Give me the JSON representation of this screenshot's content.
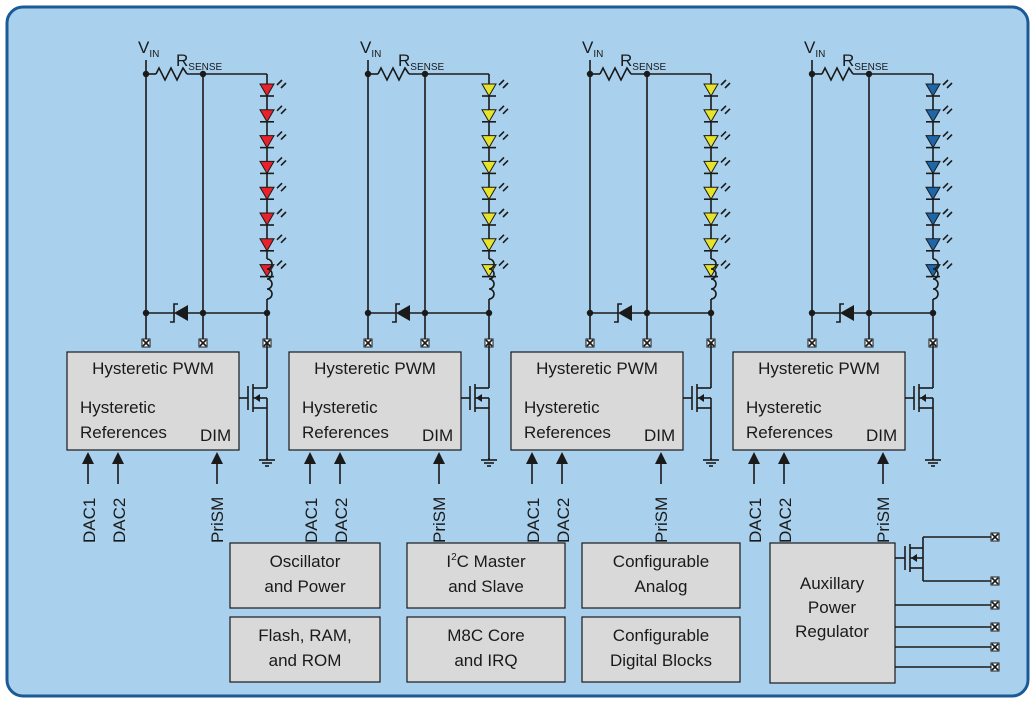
{
  "channels": [
    {
      "id": "ch1",
      "led_color": "#e8212b"
    },
    {
      "id": "ch2",
      "led_color": "#e6e32a"
    },
    {
      "id": "ch3",
      "led_color": "#e6e32a"
    },
    {
      "id": "ch4",
      "led_color": "#1f66a8"
    }
  ],
  "labels": {
    "vin_main": "V",
    "vin_sub": "IN",
    "rsense_main": "R",
    "rsense_sub": "SENSE",
    "pwm_title": "Hysteretic PWM",
    "ref_line1": "Hysteretic",
    "ref_line2": "References",
    "dim": "DIM",
    "dac1": "DAC1",
    "dac2": "DAC2",
    "prism": "PriSM"
  },
  "peripherals": {
    "osc_l1": "Oscillator",
    "osc_l2": "and Power",
    "flash_l1": "Flash, RAM,",
    "flash_l2": "and ROM",
    "i2c_pre": "I",
    "i2c_sup": "2",
    "i2c_post": "C  Master",
    "i2c_l2": "and Slave",
    "m8c_l1": "M8C Core",
    "m8c_l2": "and IRQ",
    "analog_l1": "Configurable",
    "analog_l2": "Analog",
    "digital_l1": "Configurable",
    "digital_l2": "Digital Blocks",
    "aux_l1": "Auxillary",
    "aux_l2": "Power",
    "aux_l3": "Regulator"
  },
  "colors": {
    "background": "#a9d0ec",
    "border": "#1a5a96",
    "block_fill": "#d9d9d9"
  }
}
